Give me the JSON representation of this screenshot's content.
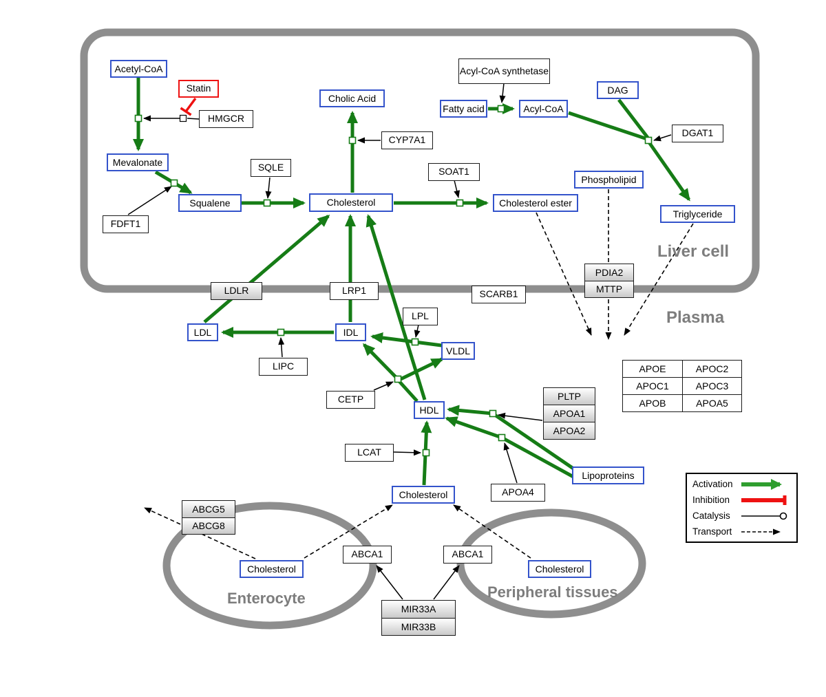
{
  "compartments": {
    "liver_cell": "Liver cell",
    "plasma": "Plasma",
    "enterocyte": "Enterocyte",
    "peripheral_tissues": "Peripheral tissues"
  },
  "met": {
    "acetyl_coa": "Acetyl-CoA",
    "mevalonate": "Mevalonate",
    "squalene": "Squalene",
    "cholesterol_liver": "Cholesterol",
    "cholic_acid": "Cholic Acid",
    "fatty_acid": "Fatty acid",
    "acyl_coa": "Acyl-CoA",
    "dag": "DAG",
    "phospholipid": "Phospholipid",
    "cholesterol_ester": "Cholesterol ester",
    "triglyceride": "Triglyceride",
    "ldl": "LDL",
    "idl": "IDL",
    "vldl": "VLDL",
    "hdl": "HDL",
    "cholesterol_plasma": "Cholesterol",
    "lipoproteins": "Lipoproteins",
    "cholesterol_enterocyte": "Cholesterol",
    "cholesterol_peripheral": "Cholesterol"
  },
  "enz": {
    "statin": "Statin",
    "hmgcr": "HMGCR",
    "fdft1": "FDFT1",
    "sqle": "SQLE",
    "cyp7a1": "CYP7A1",
    "soat1": "SOAT1",
    "acyl_coa_synthetase": "Acyl-CoA synthetase",
    "dgat1": "DGAT1",
    "ldlr": "LDLR",
    "lrp1": "LRP1",
    "scarb1": "SCARB1",
    "lpl": "LPL",
    "lipc": "LIPC",
    "cetp": "CETP",
    "lcat": "LCAT",
    "apoa4": "APOA4",
    "pdia2": "PDIA2",
    "mttp": "MTTP",
    "pltp": "PLTP",
    "apoa1": "APOA1",
    "apoa2": "APOA2",
    "apoe": "APOE",
    "apoc2": "APOC2",
    "apoc1": "APOC1",
    "apoc3": "APOC3",
    "apob": "APOB",
    "apoa5": "APOA5",
    "abcg5": "ABCG5",
    "abcg8": "ABCG8",
    "abca1_enterocyte": "ABCA1",
    "abca1_peripheral": "ABCA1",
    "mir33a": "MIR33A",
    "mir33b": "MIR33B"
  },
  "legend": {
    "activation": "Activation",
    "inhibition": "Inhibition",
    "catalysis": "Catalysis",
    "transport": "Transport"
  },
  "colors": {
    "activation_green": "#167c16",
    "legend_green": "#2f9e2f",
    "inhibition_red": "#ee1111",
    "metabolite_border_blue": "#3353cb",
    "enzyme_border_black": "#1a1a1a",
    "compartment_gray": "#8e8e8e",
    "label_gray": "#7d7d7d"
  }
}
